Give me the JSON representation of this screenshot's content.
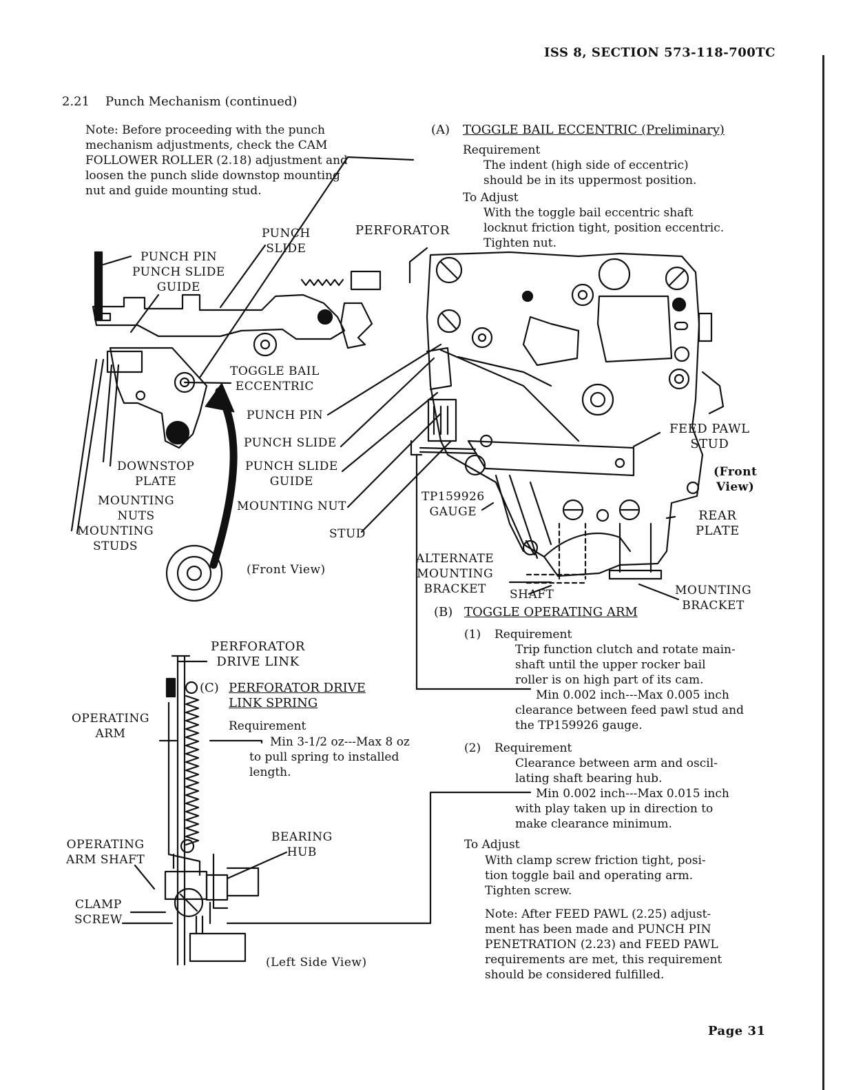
{
  "header": "ISS 8, SECTION 573-118-700TC",
  "section": {
    "number": "2.21",
    "title": "Punch Mechanism (continued)"
  },
  "note_top": {
    "line1": "Note: Before proceeding with the punch",
    "line2": "mechanism adjustments, check the CAM",
    "line3": "FOLLOWER ROLLER (2.18) adjustment and",
    "line4": "loosen the punch slide downstop mounting",
    "line5": "nut and guide mounting stud."
  },
  "part_a": {
    "label": "(A)",
    "title": "TOGGLE BAIL ECCENTRIC (Preliminary)",
    "requirement_heading": "Requirement",
    "req_line1": "The indent (high side of eccentric)",
    "req_line2": "should be in its uppermost position.",
    "adjust_heading": "To Adjust",
    "adj_line1": "With the toggle bail eccentric shaft",
    "adj_line2": "locknut friction tight, position eccentric.",
    "adj_line3": "Tighten nut."
  },
  "front_view_labels": {
    "punch_pin": "PUNCH PIN",
    "punch_slide_guide_1": "PUNCH SLIDE",
    "punch_slide_guide_2": "GUIDE",
    "punch_slide_1": "PUNCH",
    "punch_slide_2": "SLIDE",
    "perforator": "PERFORATOR",
    "toggle_bail_1": "TOGGLE BAIL",
    "toggle_bail_2": "ECCENTRIC",
    "downstop_1": "DOWNSTOP",
    "downstop_2": "PLATE",
    "mounting_nuts_1": "MOUNTING",
    "mounting_nuts_2": "NUTS",
    "mounting_studs_1": "MOUNTING",
    "mounting_studs_2": "STUDS",
    "c_punch_pin": "PUNCH PIN",
    "c_punch_slide": "PUNCH SLIDE",
    "c_psg_1": "PUNCH SLIDE",
    "c_psg_2": "GUIDE",
    "c_mounting_nut": "MOUNTING NUT",
    "c_stud": "STUD",
    "front_view": "(Front View)"
  },
  "right_view_labels": {
    "feed_pawl_1": "FEED PAWL",
    "feed_pawl_2": "STUD",
    "front_view_1": "(Front",
    "front_view_2": "View)",
    "tp_gauge_1": "TP159926",
    "tp_gauge_2": "GAUGE",
    "rear_plate_1": "REAR",
    "rear_plate_2": "PLATE",
    "alt_1": "ALTERNATE",
    "alt_2": "MOUNTING",
    "alt_3": "BRACKET",
    "shaft": "SHAFT",
    "mounting_bracket_1": "MOUNTING",
    "mounting_bracket_2": "BRACKET"
  },
  "part_b": {
    "label": "(B)",
    "title": "TOGGLE OPERATING ARM",
    "req1_label": "(1)",
    "req1_heading": "Requirement",
    "req1_line1": "Trip function clutch and rotate main-",
    "req1_line2": "shaft until the upper rocker bail",
    "req1_line3": "roller is on high part of its cam.",
    "req1_line4": "Min 0.002 inch---Max 0.005 inch",
    "req1_line5": "clearance between feed pawl stud and",
    "req1_line6": "the TP159926 gauge.",
    "req2_label": "(2)",
    "req2_heading": "Requirement",
    "req2_line1": "Clearance between arm and oscil-",
    "req2_line2": "lating shaft bearing hub.",
    "req2_line3": "Min 0.002 inch---Max 0.015 inch",
    "req2_line4": "with play taken up in direction to",
    "req2_line5": "make clearance minimum.",
    "adjust_heading": "To Adjust",
    "adj_line1": "With clamp screw friction tight, posi-",
    "adj_line2": "tion toggle bail and operating arm.",
    "adj_line3": "Tighten screw.",
    "note_line1": "Note: After FEED PAWL (2.25) adjust-",
    "note_line2": "ment has been made and PUNCH PIN",
    "note_line3": "PENETRATION (2.23) and FEED PAWL",
    "note_line4": "requirements are met, this requirement",
    "note_line5": "should be considered fulfilled."
  },
  "part_c": {
    "label": "(C)",
    "title_1": "PERFORATOR DRIVE",
    "title_2": "LINK SPRING",
    "requirement_heading": "Requirement",
    "req_line1": "Min 3-1/2 oz---Max 8 oz",
    "req_line2": "to pull spring to installed",
    "req_line3": "length."
  },
  "left_side_labels": {
    "perf_drive_1": "PERFORATOR",
    "perf_drive_2": "DRIVE LINK",
    "op_arm_1": "OPERATING",
    "op_arm_2": "ARM",
    "op_shaft_1": "OPERATING",
    "op_shaft_2": "ARM SHAFT",
    "bearing_1": "BEARING",
    "bearing_2": "HUB",
    "clamp_1": "CLAMP",
    "clamp_2": "SCREW",
    "left_side_view": "(Left Side View)"
  },
  "footer": "Page 31"
}
